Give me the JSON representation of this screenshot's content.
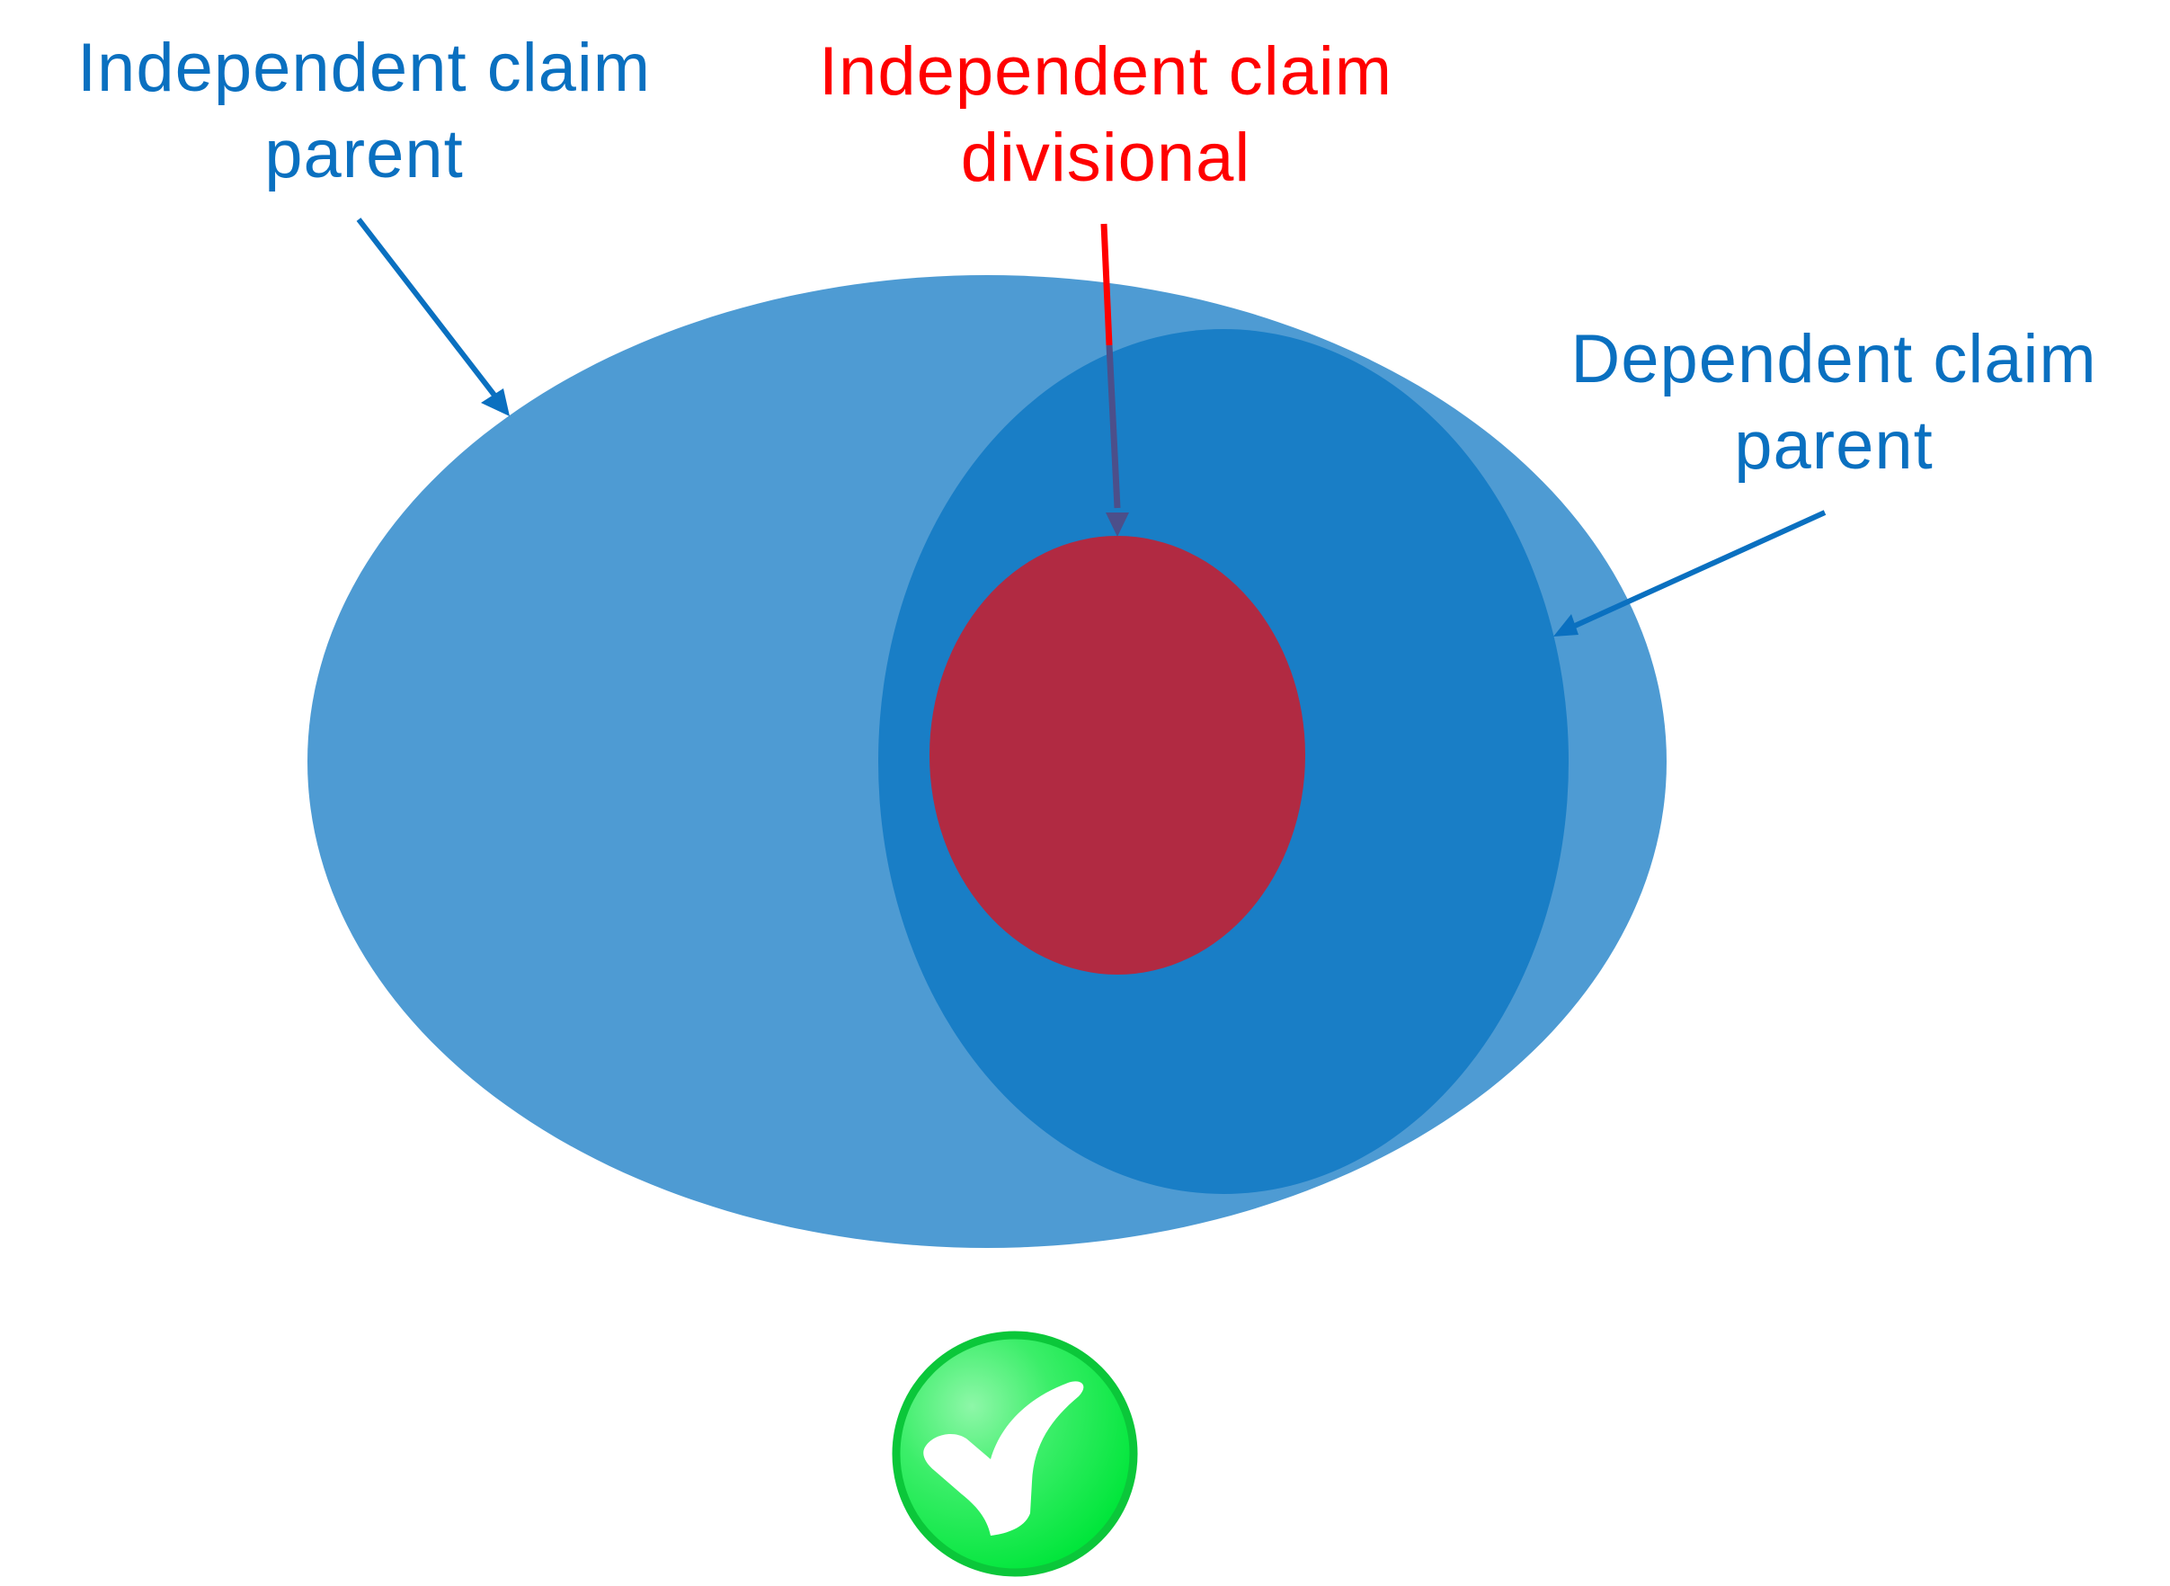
{
  "colors": {
    "parent_independent": "#4e9bd3",
    "parent_dependent": "#197ec6",
    "divisional_independent": "#b12a42",
    "blue_text": "#0a70c0",
    "red_text": "#ff0000",
    "check_green": "#14e84b"
  },
  "labels": {
    "independent_parent": {
      "line1": "Independent claim",
      "line2": "parent"
    },
    "independent_divisional": {
      "line1": "Independent claim",
      "line2": "divisional"
    },
    "dependent_parent": {
      "line1": "Dependent claim",
      "line2": "parent"
    }
  },
  "icons": {
    "status": "checkmark-ok-icon"
  }
}
